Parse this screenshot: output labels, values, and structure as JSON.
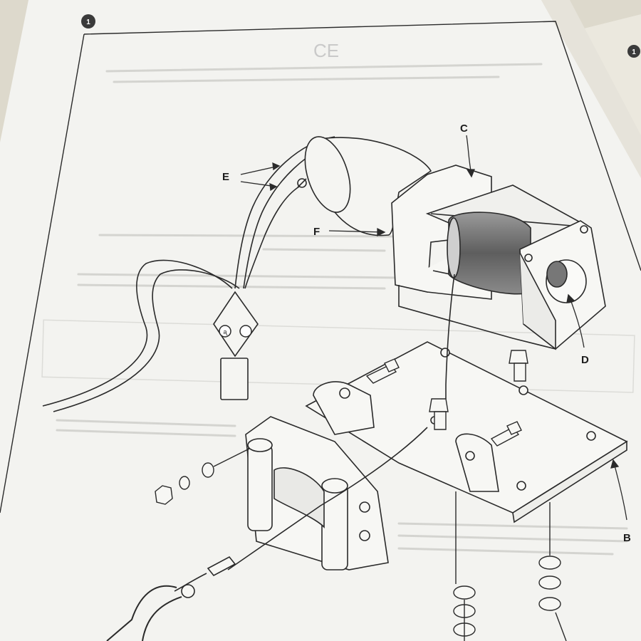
{
  "page": {
    "page_number": "1",
    "next_page_number": "1",
    "ce_mark": "CE"
  },
  "diagram": {
    "labels": {
      "B": "B",
      "C": "C",
      "D": "D",
      "E": "E",
      "F": "F"
    }
  },
  "colors": {
    "paper": "#f3f3f0",
    "line": "#2a2a2a",
    "faint_text": "#c9c9c9",
    "shadow": "#ddd9cc"
  }
}
